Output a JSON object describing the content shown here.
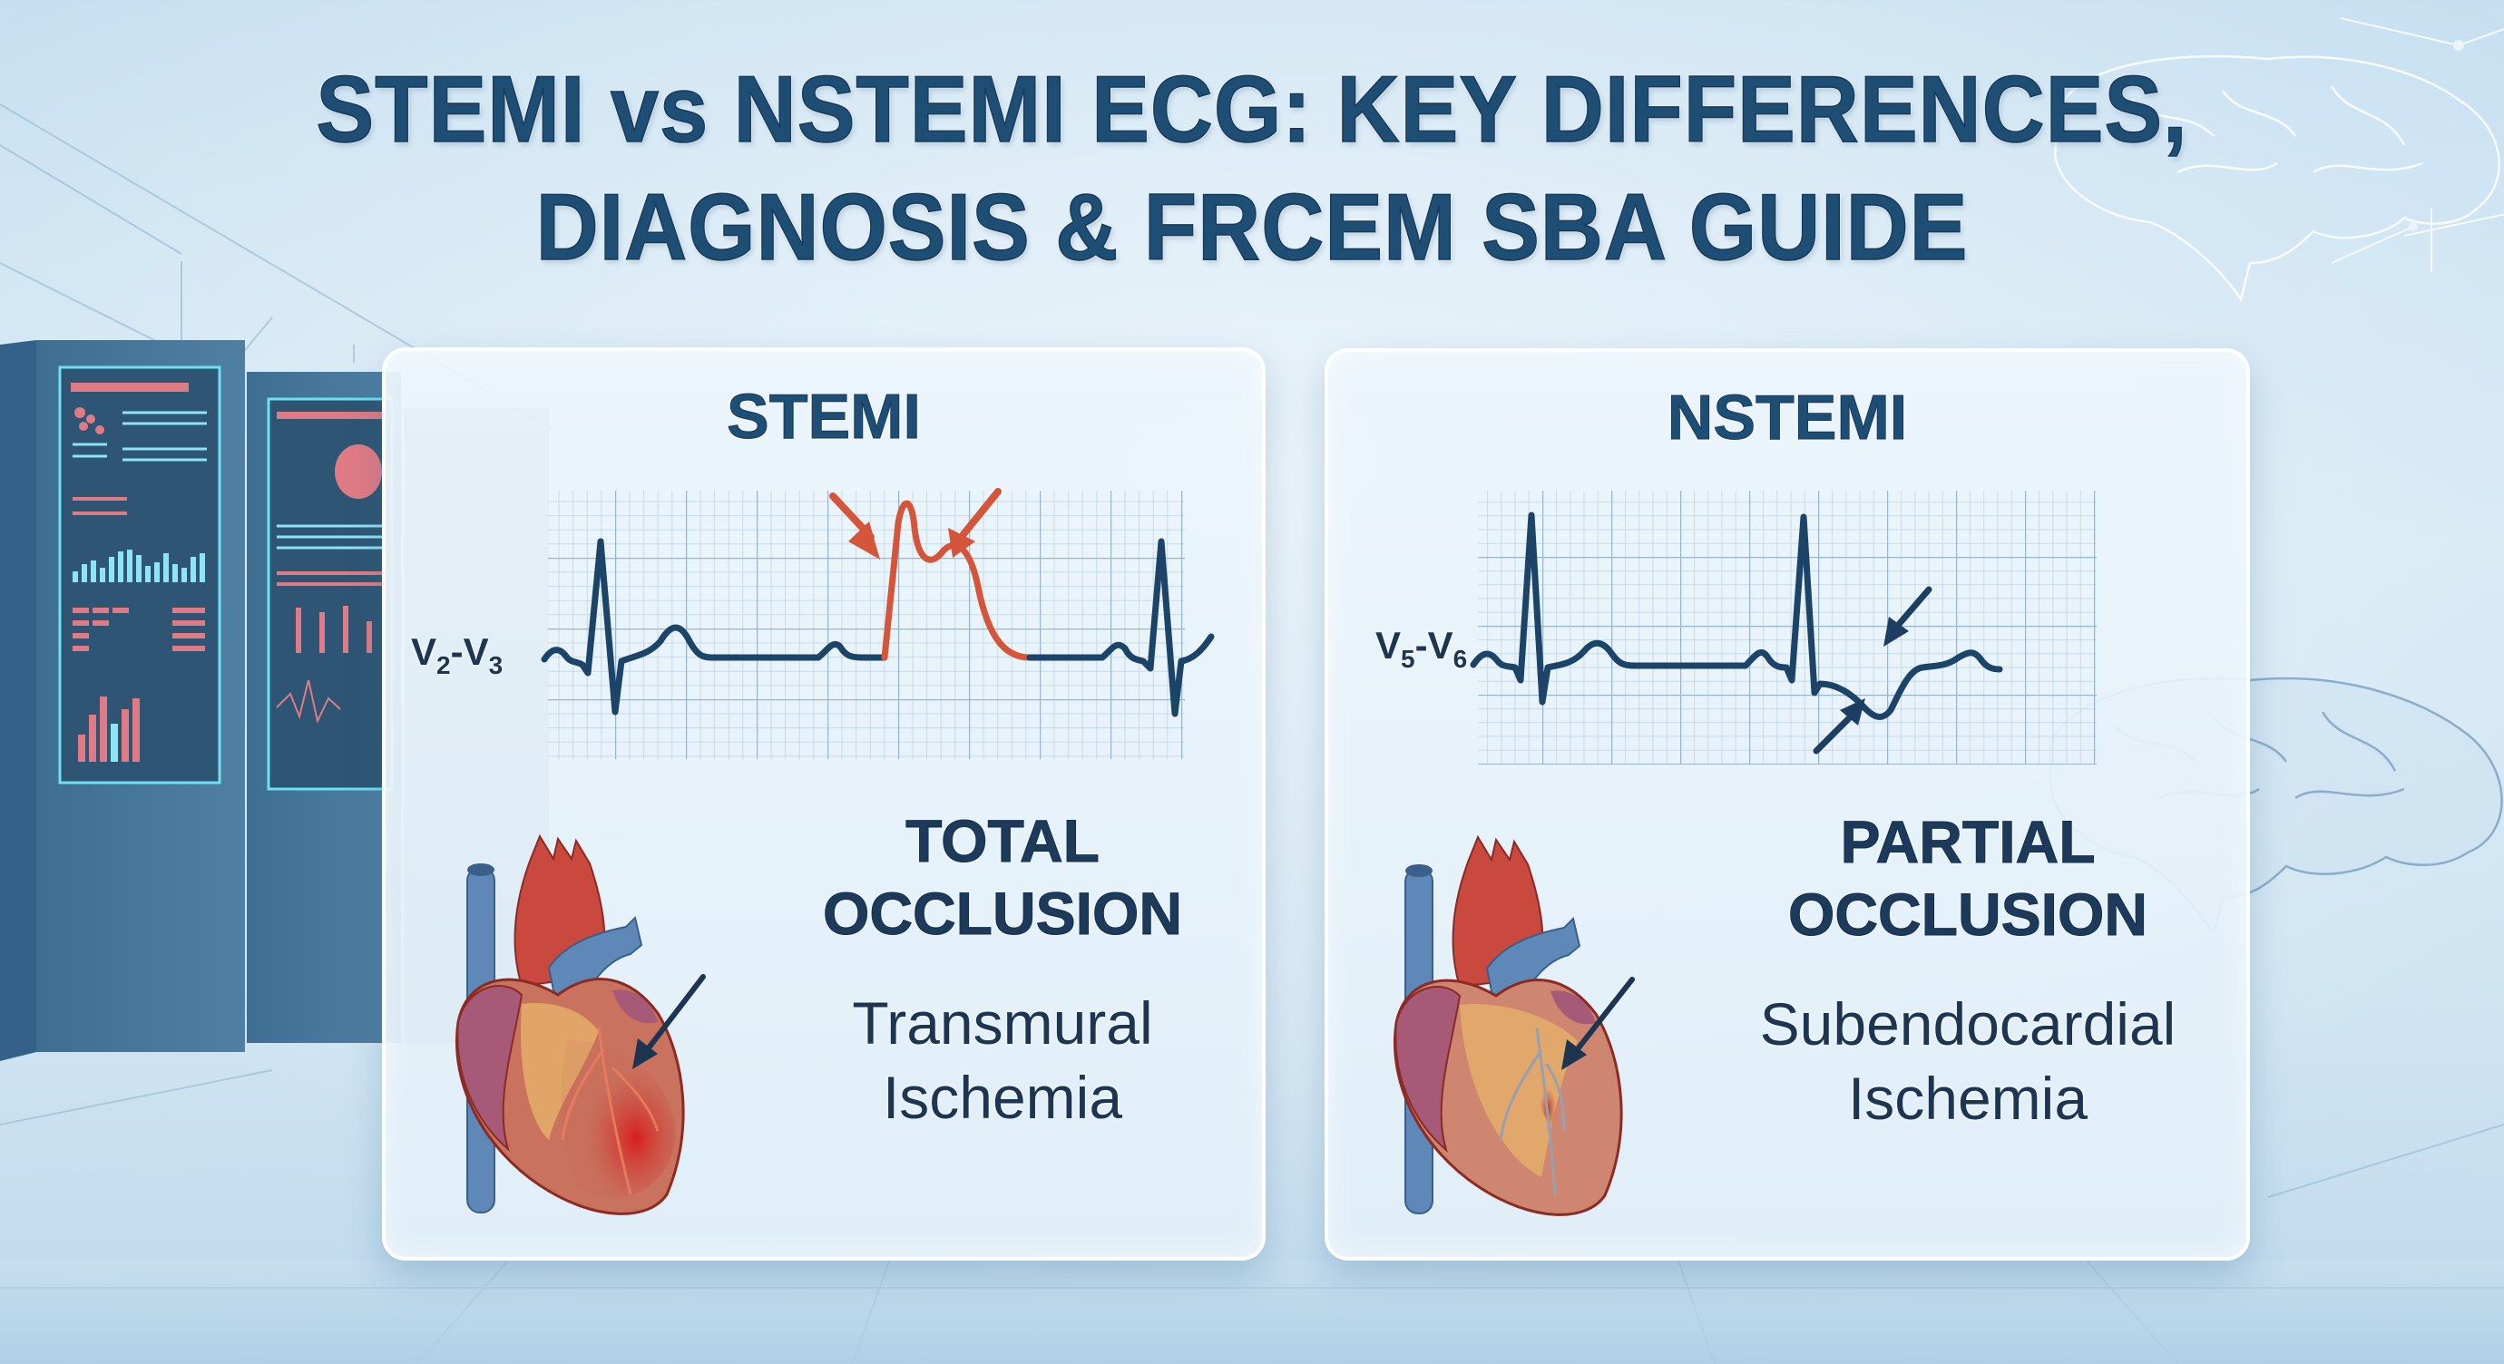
{
  "title": {
    "line1": "STEMI vs NSTEMI ECG: KEY DIFFERENCES,",
    "line2": "DIAGNOSIS & FRCEM SBA GUIDE",
    "color": "#1f4e75"
  },
  "panels": [
    {
      "id": "stemi",
      "heading": "STEMI",
      "ecg": {
        "lead_prefix": "V",
        "lead_a": "2",
        "lead_sep": "-V",
        "lead_b": "3",
        "finding": "ST elevation (tombstone)",
        "highlight_color": "#d4553a",
        "arrow_color": "#d4553a"
      },
      "occlusion_line1": "TOTAL",
      "occlusion_line2": "OCCLUSION",
      "ischemia_line1": "Transmural",
      "ischemia_line2": "Ischemia",
      "heart_arrow_color": "#1d3550"
    },
    {
      "id": "nstemi",
      "heading": "NSTEMI",
      "ecg": {
        "lead_prefix": "V",
        "lead_a": "5",
        "lead_sep": "-V",
        "lead_b": "6",
        "finding": "ST depression / T-wave inversion",
        "arrow_color": "#1d3e60"
      },
      "occlusion_line1": "PARTIAL",
      "occlusion_line2": "OCCLUSION",
      "ischemia_line1": "Subendocardial",
      "ischemia_line2": "Ischemia",
      "heart_arrow_color": "#1d3550"
    }
  ],
  "colors": {
    "ecg_trace": "#1b4468",
    "grid_major": "#8fb0c8",
    "grid_minor": "#b7cfe0",
    "background": "#d0e5f3"
  },
  "background_elements": {
    "left": "medical data display cabinets",
    "right": "brain outline illustrations with network nodes"
  }
}
